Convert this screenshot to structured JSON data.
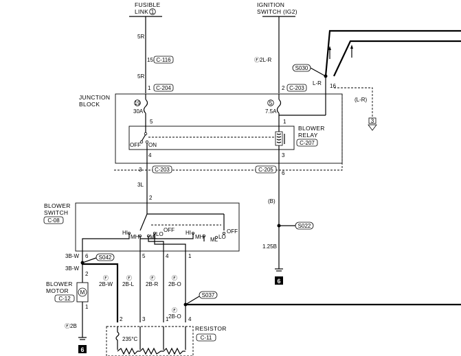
{
  "header": {
    "fusible_link_line1": "FUSIBLE",
    "fusible_link_line2": "LINK",
    "fusible_link_num": "1",
    "ignition_line1": "IGNITION",
    "ignition_line2": "SWITCH (IG2)"
  },
  "left_feed": {
    "wire_top": "5R",
    "pin_mid": "15",
    "conn_mid": "C-116",
    "wire_mid": "5R",
    "pin_jb": "1",
    "conn_jb": "C-204"
  },
  "right_feed": {
    "wire": "Ⓕ2L-R",
    "pin_jb": "2",
    "conn_jb": "C-203",
    "splice": "S030",
    "wire_lr": "L-R",
    "pin_16": "16",
    "wire_lr_right": "(L-R)",
    "ground_ref": "3"
  },
  "junction_block": {
    "title_line1": "JUNCTION",
    "title_line2": "BLOCK",
    "fuse_left_num": "19",
    "fuse_left_rating": "30A",
    "fuse_right_num": "5",
    "fuse_right_rating": "7.5A",
    "pin5": "5",
    "pin1": "1",
    "relay_label_line1": "BLOWER",
    "relay_label_line2": "RELAY",
    "relay_conn": "C-207",
    "off_label": "OFF",
    "on_label": "ON",
    "pin4": "4",
    "pin3": "3",
    "bottom_left_pin": "3",
    "bottom_left_conn": "C-203",
    "bottom_right_conn": "C-205",
    "bottom_right_pin": "6"
  },
  "right_ground": {
    "wire_b": "(B)",
    "splice": "S022",
    "wire_125b": "1.25B",
    "ground": "6"
  },
  "blower_switch": {
    "wire_in": "3L",
    "pin_in": "2",
    "title_line1": "BLOWER",
    "title_line2": "SWITCH",
    "conn": "C-08",
    "hi1": "HI",
    "mh1": "MH",
    "ml1": "ML",
    "lo1": "LO",
    "off1": "OFF",
    "hi2": "HI",
    "mh2": "MH",
    "ml2": "ML",
    "lo2": "LO",
    "off2": "OFF",
    "pin6": "6",
    "pin5": "5",
    "pin4": "4",
    "pin1": "1"
  },
  "motor": {
    "wire_3b_1": "3B-W",
    "wire_3b_2": "3B-W",
    "splice": "S042",
    "pin2": "2",
    "pin1": "1",
    "title_line1": "BLOWER",
    "title_line2": "MOTOR",
    "conn": "C-12",
    "wire_2b": "Ⓕ2B",
    "ground": "6"
  },
  "resistor_feeds": {
    "f1": "Ⓕ",
    "w1": "2B-W",
    "f2": "Ⓕ",
    "w2": "2B-L",
    "f3": "Ⓕ",
    "w3": "2B-R",
    "f4": "Ⓕ",
    "w4": "2B-O",
    "splice": "S037",
    "f5": "Ⓕ",
    "w5": "2B-O"
  },
  "resistor": {
    "pin2": "2",
    "pin3": "3",
    "pin1": "1",
    "pin4": "4",
    "title": "RESISTOR",
    "conn": "C-11",
    "temp": "235°C"
  }
}
